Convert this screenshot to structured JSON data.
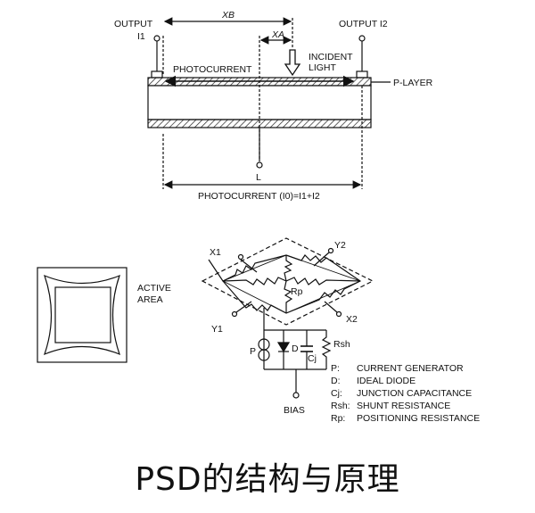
{
  "top": {
    "output1": "OUTPUT",
    "output1_sub": "I1",
    "output2": "OUTPUT I2",
    "xb": "XB",
    "xa": "XA",
    "photocurrent": "PHOTOCURRENT",
    "incident_1": "INCIDENT",
    "incident_2": "LIGHT",
    "player": "P-LAYER",
    "l": "L",
    "photocurrent_total": "PHOTOCURRENT (I0)=I1+I2"
  },
  "bottom": {
    "active_1": "ACTIVE",
    "active_2": "AREA",
    "x1": "X1",
    "x2": "X2",
    "y1": "Y1",
    "y2": "Y2",
    "rp": "Rp",
    "p": "P",
    "d": "D",
    "cj": "Cj",
    "rsh": "Rsh",
    "bias": "BIAS"
  },
  "legend": [
    {
      "key": "P:",
      "text": "CURRENT GENERATOR"
    },
    {
      "key": "D:",
      "text": "IDEAL DIODE"
    },
    {
      "key": "Cj:",
      "text": "JUNCTION CAPACITANCE"
    },
    {
      "key": "Rsh:",
      "text": "SHUNT RESISTANCE"
    },
    {
      "key": "Rp:",
      "text": "POSITIONING RESISTANCE"
    }
  ],
  "caption": "PSD的结构与原理"
}
